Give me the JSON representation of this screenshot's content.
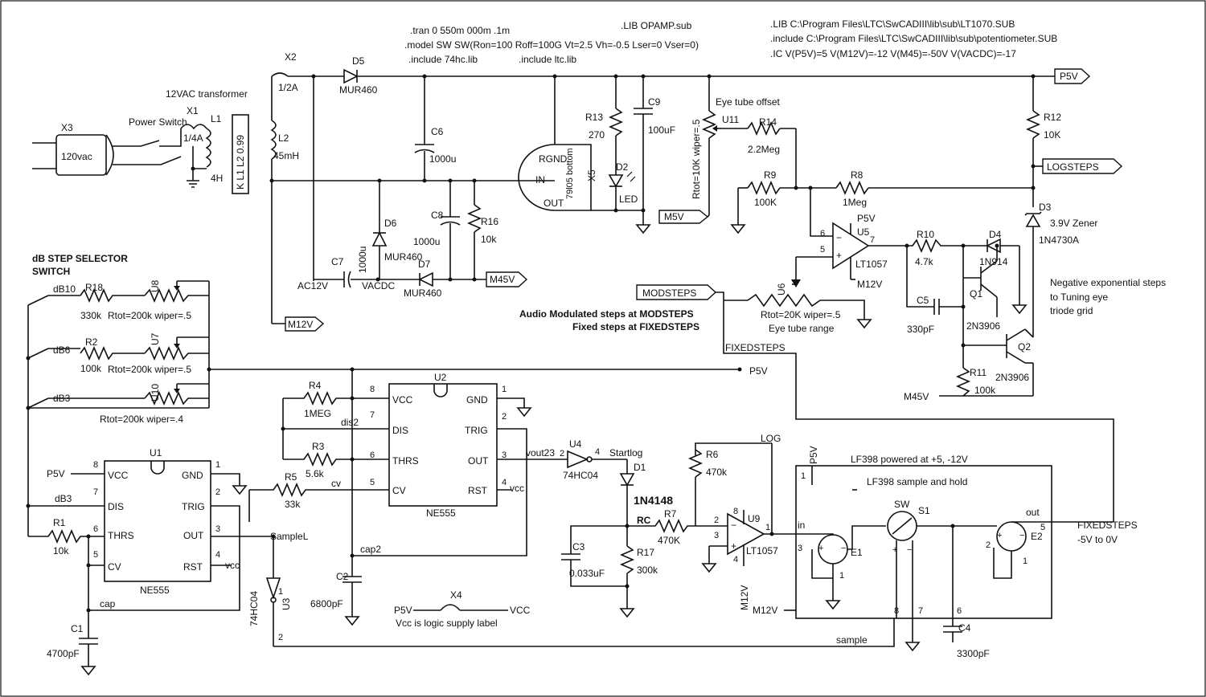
{
  "directives": {
    "tran": ".tran 0 550m 000m .1m",
    "model": ".model SW SW(Ron=100 Roff=100G Vt=2.5 Vh=-0.5 Lser=0 Vser=0)",
    "inc74hc": ".include 74hc.lib",
    "incltc": ".include ltc.lib",
    "libopamp": ".LIB OPAMP.sub",
    "lib1070": ".LIB C:\\Program Files\\LTC\\SwCADIII\\lib\\sub\\LT1070.SUB",
    "incpot": ".include C:\\Program Files\\LTC\\SwCADIII\\lib\\sub\\potentiometer.SUB",
    "ic": ".IC V(P5V)=5 V(M12V)=-12  V(M45)=-50V V(VACDC)=-17"
  },
  "power": {
    "x3": "X3",
    "x3val": "120vac",
    "switch": "Power Switch",
    "x1": "X1",
    "x1val": "1/4A",
    "transformer": "12VAC transformer",
    "l1": "L1",
    "l1val": "4H",
    "k": "K L1 L2 0.99",
    "l2": "L2",
    "l2val": "45mH",
    "x2": "X2",
    "x2val": "1/2A",
    "d5": "D5",
    "d5val": "MUR460",
    "c6": "C6",
    "c6val": "1000u",
    "d6": "D6",
    "d6val": "MUR460",
    "c7": "C7",
    "c7val": "1000u",
    "d7": "D7",
    "d7val": "MUR460",
    "c8": "C8",
    "c8val": "1000u",
    "r16": "R16",
    "r16val": "10k",
    "ac12v": "AC12V",
    "vacdc": "VACDC",
    "x5": "X5",
    "x5sub": "79l05 bottom",
    "rgnd": "RGND",
    "in": "IN",
    "out": "OUT",
    "r13": "R13",
    "r13val": "270",
    "d2": "D2",
    "d2val": "LED",
    "c9": "C9",
    "c9val": "100uF"
  },
  "logamp": {
    "rtot10k": "Rtot=10K wiper=.5",
    "eyeoffset": "Eye tube offset",
    "u11": "U11",
    "r14": "R14",
    "r14val": "2.2Meg",
    "r9": "R9",
    "r9val": "100K",
    "r8": "R8",
    "r8val": "1Meg",
    "r12": "R12",
    "r12val": "10K",
    "d3": "D3",
    "d3val": "3.9V Zener",
    "d3part": "1N4730A",
    "u5": "U5",
    "u5val": "LT1057",
    "r10": "R10",
    "r10val": "4.7k",
    "d4": "D4",
    "d4val": "1N914",
    "q1": "Q1",
    "q1val": "2N3906",
    "q2": "Q2",
    "q2val": "2N3906",
    "c5": "C5",
    "c5val": "330pF",
    "r11": "R11",
    "r11val": "100k",
    "u6": "U6",
    "u6val": "Rtot=20K wiper=.5",
    "eyerange": "Eye tube range",
    "negexp": "Negative exponential steps",
    "totuning": "to Tuning eye",
    "triodegrid": "triode grid",
    "audiomod": "Audio Modulated steps at MODSTEPS",
    "fixedat": "Fixed steps at FIXEDSTEPS"
  },
  "nets": {
    "p5v": "P5V",
    "m5v": "M5V",
    "m12v": "M12V",
    "m45": "M45V",
    "logsteps": "LOGSTEPS",
    "modsteps": "MODSTEPS",
    "fixedsteps": "FIXEDSTEPS",
    "vcc": "VCC",
    "pin_m45": "M45V",
    "pin_p5v": "P5V"
  },
  "selector": {
    "title1": "dB STEP SELECTOR",
    "title2": "SWITCH",
    "db10": "dB10",
    "db6": "dB6",
    "db3": "dB3",
    "r18": "R18",
    "r18val": "330k",
    "r2": "R2",
    "r2val": "100k",
    "u8": "U8",
    "u7": "U7",
    "u10": "U10",
    "rtot5a": "Rtot=200k wiper=.5",
    "rtot5b": "Rtot=200k wiper=.5",
    "rtot4": "Rtot=200k wiper=.4"
  },
  "timer1": {
    "u1": "U1",
    "name": "NE555",
    "vcc": "VCC",
    "dis": "DIS",
    "thrs": "THRS",
    "cv": "CV",
    "gnd": "GND",
    "trig": "TRIG",
    "out": "OUT",
    "rst": "RST",
    "p8": "8",
    "p7": "7",
    "p6": "6",
    "p5": "5",
    "p1": "1",
    "p2": "2",
    "p3": "3",
    "p4": "4",
    "r1": "R1",
    "r1val": "10k",
    "c1": "C1",
    "c1val": "4700pF",
    "cap": "cap",
    "vcc_lbl": "vcc",
    "samplel": "SampleL"
  },
  "timer2": {
    "u2": "U2",
    "name": "NE555",
    "vcc": "VCC",
    "dis": "DIS",
    "thrs": "THRS",
    "cv": "CV",
    "gnd": "GND",
    "trig": "TRIG",
    "out": "OUT",
    "rst": "RST",
    "p8": "8",
    "p7": "7",
    "p6": "6",
    "p5": "5",
    "p1": "1",
    "p2": "2",
    "p3": "3",
    "p4": "4",
    "r4": "R4",
    "r4val": "1MEG",
    "r3": "R3",
    "r3val": "5.6k",
    "r5": "R5",
    "r5val": "33k",
    "c2": "C2",
    "c2val": "6800pF",
    "dis2": "dis2",
    "cvlbl": "cv",
    "cap2": "cap2",
    "vout23": "vout23",
    "vcclbl": "vcc"
  },
  "logic": {
    "u4": "U4",
    "u4val": "74HC04",
    "p2": "2",
    "p4": "4",
    "startlog": "Startlog",
    "d1": "D1",
    "d1val": "1N4148",
    "u3": "U3",
    "u3val": "74HC04",
    "u3p1": "1",
    "u3p2": "2",
    "x4": "X4",
    "x4l": "P5V",
    "x4r": "VCC",
    "vccnote": "Vcc is logic supply label"
  },
  "sh": {
    "r6": "R6",
    "r6val": "470k",
    "rc": "RC",
    "r7": "R7",
    "r7val": "470K",
    "r17": "R17",
    "r17val": "300k",
    "c3": "C3",
    "c3val": "0.033uF",
    "u9": "U9",
    "u9val": "LT1057",
    "log": "LOG",
    "p2": "2",
    "p3": "3",
    "p8": "8",
    "p1": "1",
    "p4": "4",
    "m12v": "M12V",
    "p5v": "P5V",
    "lf398": "LF398 powered at +5, -12V",
    "lf398sh": "LF398 sample and hold",
    "in": "in",
    "out": "out",
    "sw": "SW",
    "s1": "S1",
    "e1": "E1",
    "e2": "E2",
    "b1": "1",
    "b3": "3",
    "b1b": "1",
    "b5": "5",
    "b2": "2",
    "b1c": "1",
    "b8": "8",
    "b7": "7",
    "b6": "6",
    "m12vb": "M12V",
    "c4": "C4",
    "c4val": "3300pF",
    "sample": "sample",
    "fs1": "FIXEDSTEPS",
    "fs2": "-5V to 0V"
  }
}
